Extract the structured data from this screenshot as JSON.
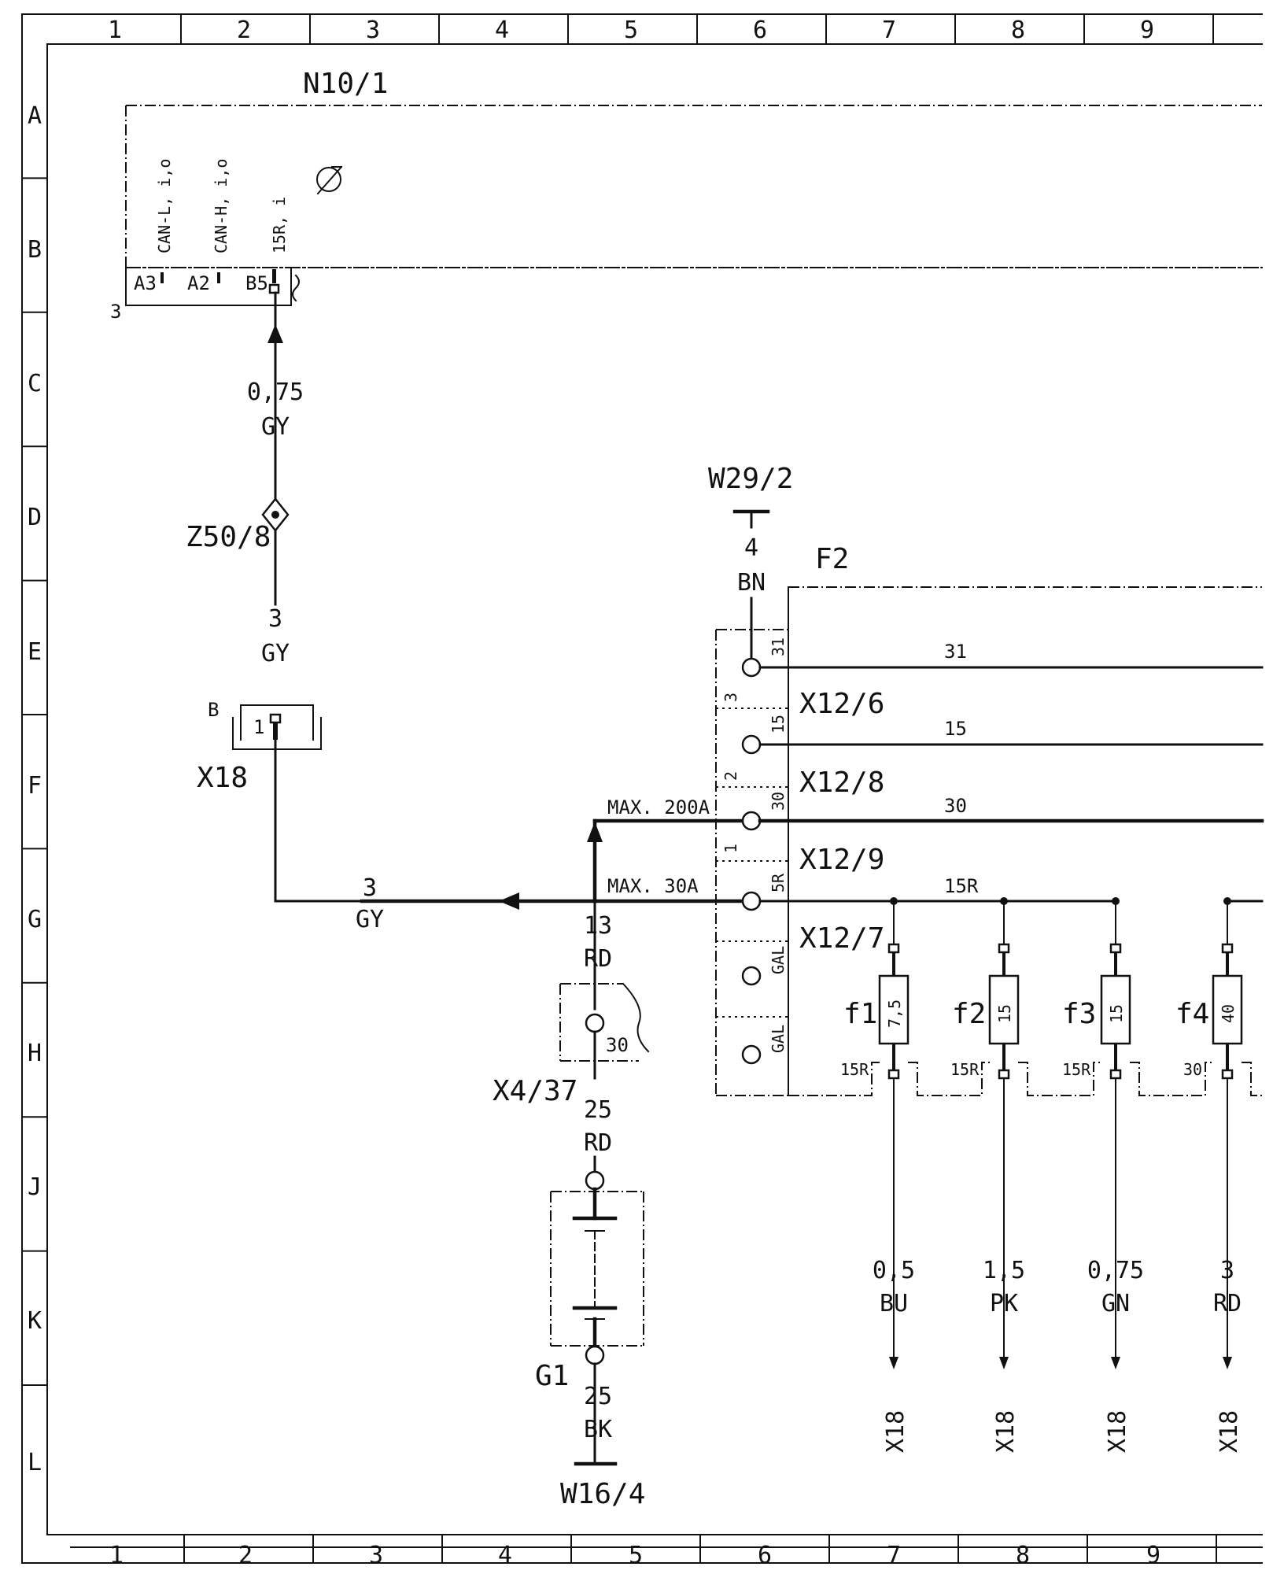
{
  "grid": {
    "columns": [
      "1",
      "2",
      "3",
      "4",
      "5",
      "6",
      "7",
      "8",
      "9"
    ],
    "rows": [
      "A",
      "B",
      "C",
      "D",
      "E",
      "F",
      "G",
      "H",
      "J",
      "K",
      "L"
    ]
  },
  "module": {
    "name": "N10/1",
    "pin_labels": [
      "CAN-L, i,o",
      "CAN-H, i,o",
      "15R, i"
    ],
    "pins": [
      "A3",
      "A2",
      "B5"
    ],
    "plug_no": "3"
  },
  "left_wire": {
    "size_1": "0,75",
    "color_1": "GY",
    "splice": "Z50/8",
    "size_2": "3",
    "color_2": "GY",
    "connector": "X18",
    "connector_side": "B",
    "connector_pin": "1",
    "size_3": "3",
    "color_3": "GY"
  },
  "ground_top": {
    "name": "W29/2",
    "size": "4",
    "color": "BN"
  },
  "fuse_box": {
    "name": "F2",
    "terminals": [
      "31",
      "15",
      "30",
      "5R",
      "GAL",
      "GAL"
    ],
    "side_numbers": [
      "3",
      "2",
      "1"
    ],
    "connectors": [
      "X12/6",
      "X12/8",
      "X12/9",
      "X12/7"
    ],
    "rails": [
      "31",
      "15",
      "30",
      "15R"
    ],
    "max_200": "MAX. 200A",
    "max_30": "MAX. 30A",
    "fuses": [
      {
        "name": "f1",
        "rating": "7,5",
        "out": "15R",
        "size": "0,5",
        "color": "BU",
        "dest": "X18"
      },
      {
        "name": "f2",
        "rating": "15",
        "out": "15R",
        "size": "1,5",
        "color": "PK",
        "dest": "X18"
      },
      {
        "name": "f3",
        "rating": "15",
        "out": "15R",
        "size": "0,75",
        "color": "GN",
        "dest": "X18"
      },
      {
        "name": "f4",
        "rating": "40",
        "out": "30",
        "size": "3",
        "color": "RD",
        "dest": "X18"
      }
    ]
  },
  "battery_branch": {
    "size_1": "13",
    "color_1": "RD",
    "connector": "X4/37",
    "connector_pin": "30",
    "size_2": "25",
    "color_2": "RD",
    "battery": "G1",
    "size_3": "25",
    "color_3": "BK",
    "ground": "W16/4"
  }
}
